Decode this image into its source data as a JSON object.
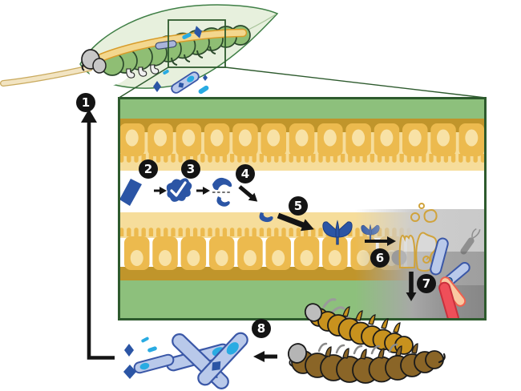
{
  "figure": {
    "kind": "infection-cycle-diagram",
    "topic": "Bt spore and toxin crystal cycle in a caterpillar midgut",
    "steps": [
      {
        "label": "1",
        "name": "ingestion-cycle-arrow"
      },
      {
        "label": "2",
        "name": "toxin-crystal-in-lumen"
      },
      {
        "label": "3",
        "name": "crystal-solubilization"
      },
      {
        "label": "4",
        "name": "protoxin-cleavage"
      },
      {
        "label": "5",
        "name": "toxin-binds-microvilli"
      },
      {
        "label": "6",
        "name": "epithelial-cell-lysis"
      },
      {
        "label": "7",
        "name": "bacteria-invade-body-cavity"
      },
      {
        "label": "8",
        "name": "death-and-spore-release"
      }
    ],
    "colors": {
      "panel_border_green": "#2d5a2d",
      "band_green": "#8dc07c",
      "band_ochre": "#c0952b",
      "cell_gold": "#ecba4e",
      "nucleus_cream": "#f8e2a6",
      "brush_border_light": "#f6dd9b",
      "toxin_blue": "#2b55a5",
      "spore_cyan": "#29abe2",
      "bacterium_blue_fill": "#b9c9ea",
      "bacterium_blue_stroke": "#3a57a7",
      "bacterium_salmon": "#f9c9a2",
      "bacterium_red": "#ef4f59",
      "dead_tissue_gray": "#a8a8a8",
      "lysed_cell_outline": "#d0a33c",
      "leaf_light_green": "#e7f0dd",
      "caterpillar_green": "#8fbe74",
      "dead_caterpillar_ochre": "#c8921e",
      "dead_caterpillar_brown": "#8a6527",
      "arrow_black": "#141414"
    }
  }
}
